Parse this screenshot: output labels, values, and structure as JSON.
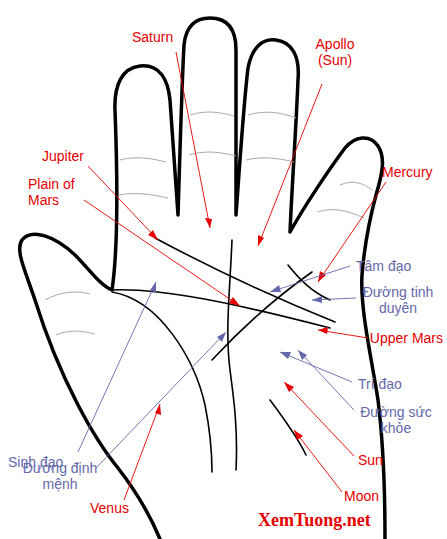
{
  "diagram": {
    "labels": [
      "Saturn",
      "Apollo (Sun)",
      "Jupiter",
      "Plain of Mars",
      "Mercury",
      "Tâm đạo",
      "Đường tinh duyên",
      "Upper Mars",
      "Sinh đạo",
      "Trí đạo",
      "Đường sức khỏe",
      "Đường định mệnh",
      "Sun",
      "Moon",
      "Venus",
      "XemTuong.net"
    ]
  }
}
